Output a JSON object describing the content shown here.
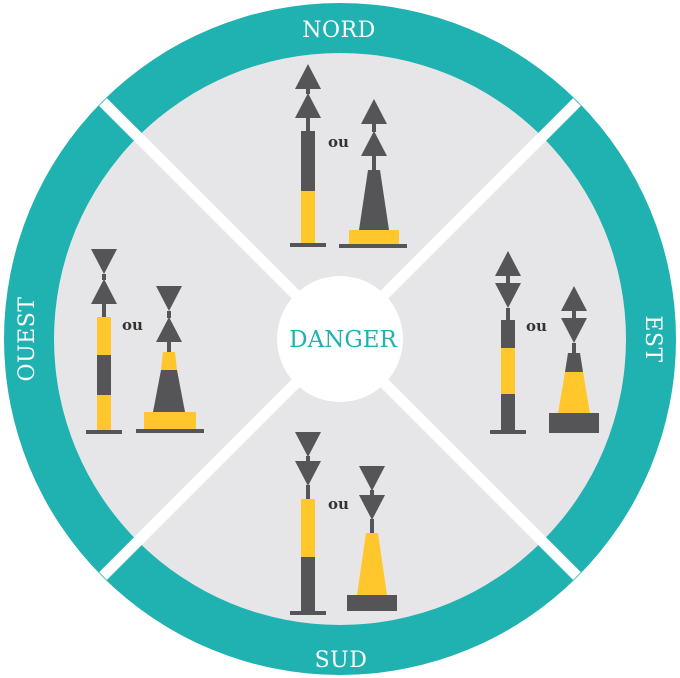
{
  "labels": {
    "north": "NORD",
    "south": "SUD",
    "east": "EST",
    "west": "OUEST",
    "center": "DANGER",
    "or_word": "ou"
  },
  "colors": {
    "ring": "#1fb2b0",
    "quadrant_fill": "#e6e6e8",
    "separator": "#ffffff",
    "buoy_dark": "#555558",
    "buoy_yellow": "#ffc72c",
    "center_text": "#1fb2b0"
  },
  "marks": {
    "north": {
      "topmark": "two-cones-up",
      "bands_top_to_bottom": [
        "black",
        "yellow"
      ]
    },
    "east": {
      "topmark": "two-cones-base-to-base",
      "bands_top_to_bottom": [
        "black",
        "yellow",
        "black"
      ]
    },
    "south": {
      "topmark": "two-cones-down",
      "bands_top_to_bottom": [
        "yellow",
        "black"
      ]
    },
    "west": {
      "topmark": "two-cones-point-to-point",
      "bands_top_to_bottom": [
        "yellow",
        "black",
        "yellow"
      ]
    }
  }
}
